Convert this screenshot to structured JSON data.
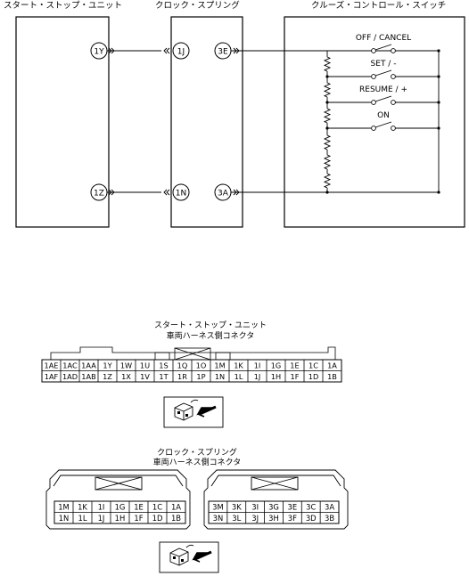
{
  "units": {
    "ssu": "スタート・ストップ・ユニット",
    "clock": "クロック・スプリング",
    "cruise": "クルーズ・コントロール・スイッチ"
  },
  "switches": [
    "OFF / CANCEL",
    "SET / -",
    "RESUME / +",
    "ON"
  ],
  "pins": {
    "ssu_top": "1Y",
    "ssu_bot": "1Z",
    "clk_left_top": "1J",
    "clk_left_bot": "1N",
    "clk_right_top": "3E",
    "clk_right_bot": "3A"
  },
  "connector1": {
    "title_line1": "スタート・ストップ・ユニット",
    "title_line2": "車両ハーネス側コネクタ",
    "row1": [
      "1AE",
      "1AC",
      "1AA",
      "1Y",
      "1W",
      "1U",
      "1S",
      "1Q",
      "1O",
      "1M",
      "1K",
      "1I",
      "1G",
      "1E",
      "1C",
      "1A"
    ],
    "row2": [
      "1AF",
      "1AD",
      "1AB",
      "1Z",
      "1X",
      "1V",
      "1T",
      "1R",
      "1P",
      "1N",
      "1L",
      "1J",
      "1H",
      "1F",
      "1D",
      "1B"
    ]
  },
  "connector2": {
    "title_line1": "クロック・スプリング",
    "title_line2": "車両ハーネス側コネクタ",
    "left_row1": [
      "1M",
      "1K",
      "1I",
      "1G",
      "1E",
      "1C",
      "1A"
    ],
    "left_row2": [
      "1N",
      "1L",
      "1J",
      "1H",
      "1F",
      "1D",
      "1B"
    ],
    "right_row1": [
      "3M",
      "3K",
      "3I",
      "3G",
      "3E",
      "3C",
      "3A"
    ],
    "right_row2": [
      "3N",
      "3L",
      "3J",
      "3H",
      "3F",
      "3D",
      "3B"
    ]
  }
}
